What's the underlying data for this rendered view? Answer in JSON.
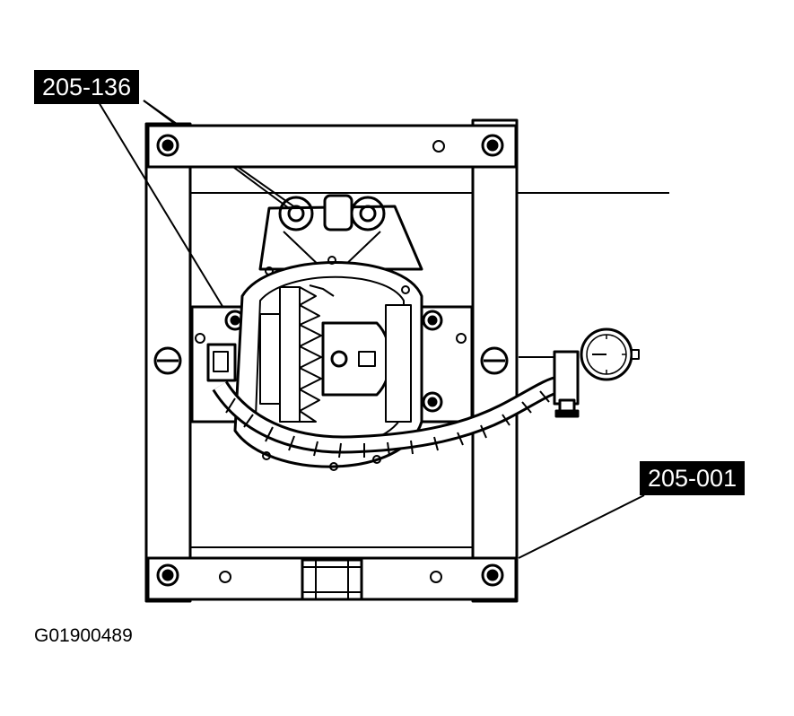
{
  "callouts": [
    {
      "label": "205-136"
    },
    {
      "label": "205-001"
    }
  ],
  "figure_id": "G01900489",
  "colors": {
    "ink": "#000000",
    "paper": "#ffffff"
  }
}
